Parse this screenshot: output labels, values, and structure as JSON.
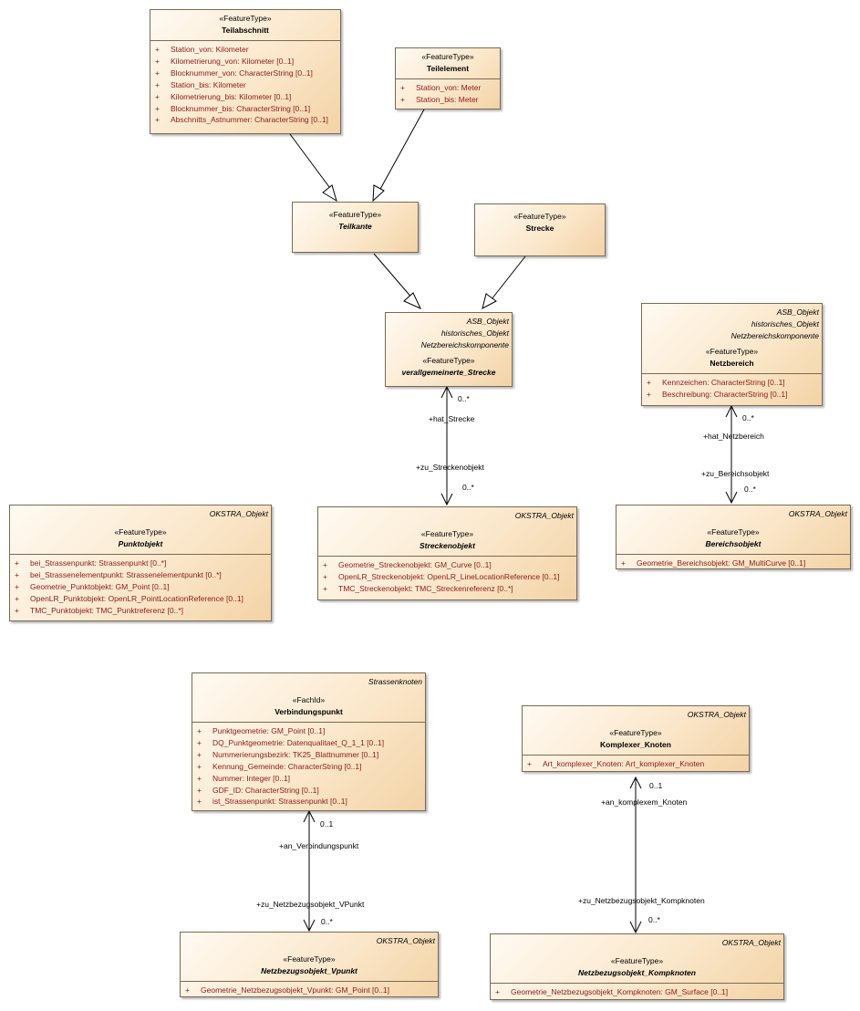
{
  "classes": {
    "teilabschnitt": {
      "stereotype": "«FeatureType»",
      "name": "Teilabschnitt",
      "attributes": [
        "Station_von: Kilometer",
        "Kilometrierung_von: Kilometer [0..1]",
        "Blocknummer_von: CharacterString [0..1]",
        "Station_bis: Kilometer",
        "Kilometrierung_bis: Kilometer [0..1]",
        "Blocknummer_bis: CharacterString [0..1]",
        "Abschnitts_Astnummer: CharacterString [0..1]"
      ]
    },
    "teilelement": {
      "stereotype": "«FeatureType»",
      "name": "Teilelement",
      "attributes": [
        "Station_von: Meter",
        "Station_bis: Meter"
      ]
    },
    "teilkante": {
      "stereotype": "«FeatureType»",
      "name": "Teilkante"
    },
    "strecke": {
      "stereotype": "«FeatureType»",
      "name": "Strecke"
    },
    "verallgemeinerte_strecke": {
      "tags": [
        "ASB_Objekt",
        "historisches_Objekt",
        "Netzbereichskomponente"
      ],
      "stereotype": "«FeatureType»",
      "name": "verallgemeinerte_Strecke"
    },
    "netzbereich": {
      "tags": [
        "ASB_Objekt",
        "historisches_Objekt",
        "Netzbereichskomponente"
      ],
      "stereotype": "«FeatureType»",
      "name": "Netzbereich",
      "attributes": [
        "Kennzeichen: CharacterString [0..1]",
        "Beschreibung: CharacterString [0..1]"
      ]
    },
    "punktobjekt": {
      "tags": [
        "OKSTRA_Objekt"
      ],
      "stereotype": "«FeatureType»",
      "name": "Punktobjekt",
      "attributes": [
        "bei_Strassenpunkt: Strassenpunkt [0..*]",
        "bei_Strassenelementpunkt: Strassenelementpunkt [0..*]",
        "Geometrie_Punktobjekt: GM_Point [0..1]",
        "OpenLR_Punktobjekt: OpenLR_PointLocationReference [0..1]",
        "TMC_Punktobjekt: TMC_Punktreferenz [0..*]"
      ]
    },
    "streckenobjekt": {
      "tags": [
        "OKSTRA_Objekt"
      ],
      "stereotype": "«FeatureType»",
      "name": "Streckenobjekt",
      "attributes": [
        "Geometrie_Streckenobjekt: GM_Curve [0..1]",
        "OpenLR_Streckenobjekt: OpenLR_LineLocationReference [0..1]",
        "TMC_Streckenobjekt: TMC_Streckenreferenz [0..*]"
      ]
    },
    "bereichsobjekt": {
      "tags": [
        "OKSTRA_Objekt"
      ],
      "stereotype": "«FeatureType»",
      "name": "Bereichsobjekt",
      "attributes": [
        "Geometrie_Bereichsobjekt: GM_MultiCurve [0..1]"
      ]
    },
    "verbindungspunkt": {
      "tags": [
        "Strassenknoten"
      ],
      "stereotype": "«FachId»",
      "name": "Verbindungspunkt",
      "attributes": [
        "Punktgeometrie: GM_Point [0..1]",
        "DQ_Punktgeometrie: Datenqualitaet_Q_1_1 [0..1]",
        "Nummerierungsbezirk: TK25_Blattnummer [0..1]",
        "Kennung_Gemeinde: CharacterString [0..1]",
        "Nummer: Integer [0..1]",
        "GDF_ID: CharacterString [0..1]",
        "ist_Strassenpunkt: Strassenpunkt [0..1]"
      ]
    },
    "komplexer_knoten": {
      "tags": [
        "OKSTRA_Objekt"
      ],
      "stereotype": "«FeatureType»",
      "name": "Komplexer_Knoten",
      "attributes": [
        "Art_komplexer_Knoten: Art_komplexer_Knoten"
      ]
    },
    "netzbezugsobjekt_vpunkt": {
      "tags": [
        "OKSTRA_Objekt"
      ],
      "stereotype": "«FeatureType»",
      "name": "Netzbezugsobjekt_Vpunkt",
      "attributes": [
        "Geometrie_Netzbezugsobjekt_Vpunkt: GM_Point [0..1]"
      ]
    },
    "netzbezugsobjekt_kompknoten": {
      "tags": [
        "OKSTRA_Objekt"
      ],
      "stereotype": "«FeatureType»",
      "name": "Netzbezugsobjekt_Kompknoten",
      "attributes": [
        "Geometrie_Netzbezugsobjekt_Kompknoten: GM_Surface [0..1]"
      ]
    }
  },
  "visibility": "+",
  "associations": {
    "strecke": {
      "role_a": "+hat_Strecke",
      "mult_a": "0..*",
      "role_b": "+zu_Streckenobjekt",
      "mult_b": "0..*"
    },
    "netzbereich": {
      "role_a": "+hat_Netzbereich",
      "mult_a": "0..*",
      "role_b": "+zu_Bereichsobjekt",
      "mult_b": "0..*"
    },
    "vpunkt": {
      "role_a": "+an_Verbindungspunkt",
      "mult_a": "0..1",
      "role_b": "+zu_Netzbezugsobjekt_VPunkt",
      "mult_b": "0..*"
    },
    "kompknoten": {
      "role_a": "+an_komplexem_Knoten",
      "mult_a": "0..1",
      "role_b": "+zu_Netzbezugsobjekt_Kompknoten",
      "mult_b": "0..*"
    }
  },
  "colors": {
    "attribute_text": "#8b1a1a",
    "border": "#7a6a55",
    "fill": "#fbe8cc"
  }
}
